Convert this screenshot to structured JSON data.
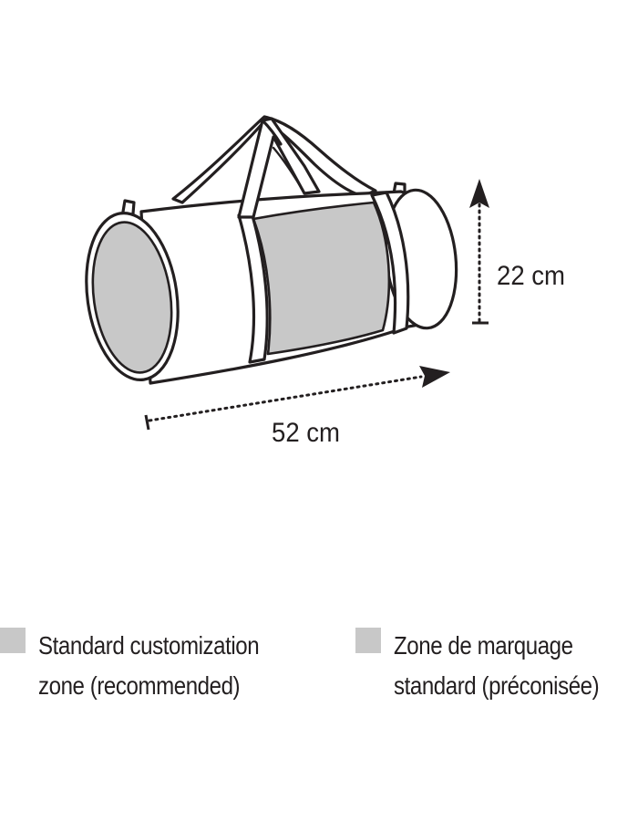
{
  "diagram": {
    "height_label": "22 cm",
    "length_label": "52 cm"
  },
  "legend": [
    {
      "line1": "Standard customization",
      "line2": "zone (recommended)"
    },
    {
      "line1": "Zone de marquage",
      "line2": "standard (préconisée)"
    }
  ],
  "colors": {
    "outline": "#231f20",
    "customization_zone": "#c8c8c8",
    "background": "#ffffff"
  }
}
